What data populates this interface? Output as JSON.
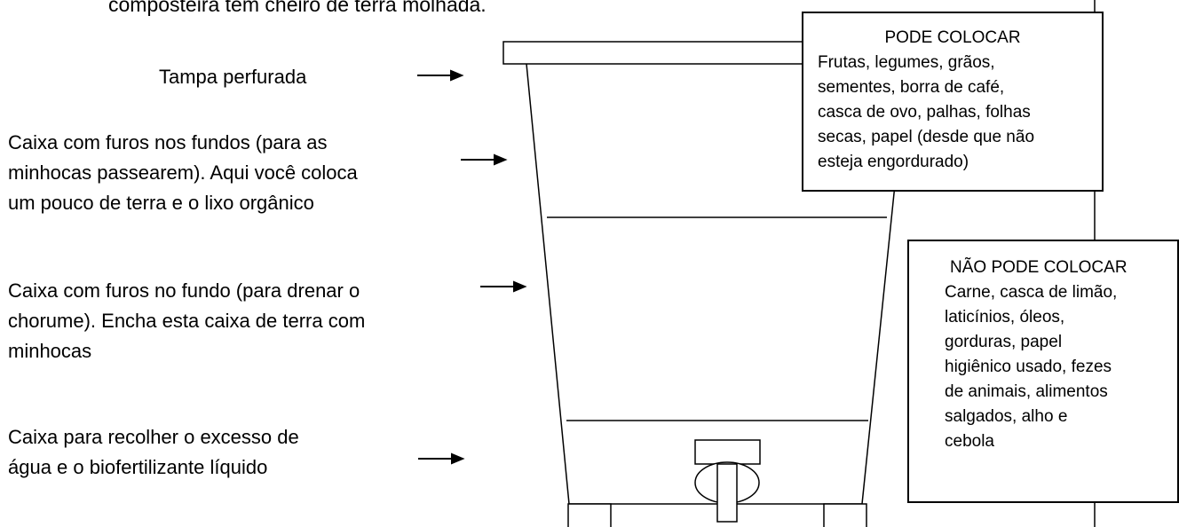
{
  "header_fragment": "composteira tem cheiro de terra molhada.",
  "labels": {
    "lid": "Tampa perfurada",
    "top_box": "Caixa com furos nos fundos (para as\nminhocas passearem). Aqui você coloca\num pouco de terra e o lixo orgânico",
    "middle_box": "Caixa com furos no fundo (para drenar o\nchorume). Encha esta caixa de terra com\nminhocas",
    "bottom_box": "Caixa para recolher o excesso de\nágua e o biofertilizante líquido"
  },
  "can_put": {
    "title": "PODE COLOCAR",
    "body": "Frutas, legumes, grãos,\nsementes, borra de café,\ncasca de ovo, palhas, folhas\nsecas, papel (desde que não\nesteja engordurado)"
  },
  "cannot_put": {
    "title": "NÃO PODE COLOCAR",
    "body": "Carne, casca de limão,\nlaticínios, óleos,\ngorduras, papel\nhigiênico usado, fezes\nde animais, alimentos\nsalgados, alho e\ncebola"
  }
}
